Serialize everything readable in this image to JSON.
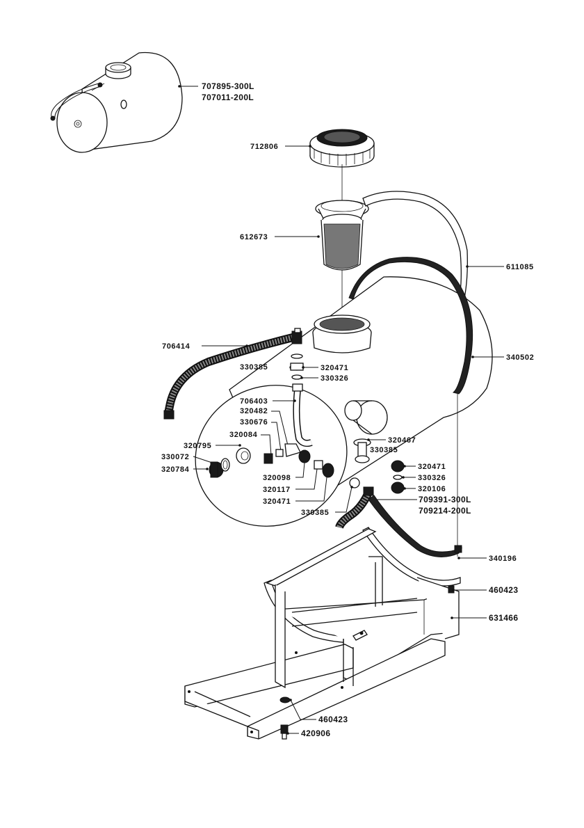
{
  "labels": {
    "tank_300": "707895-300L",
    "tank_200": "707011-200L",
    "lid": "712806",
    "strainer": "612673",
    "strap_top": "611085",
    "hose_long": "706414",
    "tank_body": "340502",
    "oring_a": "330385",
    "nut_a": "320471",
    "washer_a": "330326",
    "hose_short": "706403",
    "fit_320482": "320482",
    "fit_330676": "330676",
    "fit_320084": "320084",
    "fit_320795": "320795",
    "fit_330072": "330072",
    "fit_320784": "320784",
    "fit_320467": "320467",
    "oring_b": "330385",
    "nut_b": "320471",
    "washer_b": "330326",
    "fit_320106": "320106",
    "fit_320098": "320098",
    "fit_320117": "320117",
    "nut_c": "320471",
    "oring_c": "330385",
    "hose_300": "709391-300L",
    "hose_200": "709214-200L",
    "strap_bottom": "340196",
    "bolt_top": "460423",
    "frame": "631466",
    "bolt_bottom": "460423",
    "screw": "420906"
  }
}
